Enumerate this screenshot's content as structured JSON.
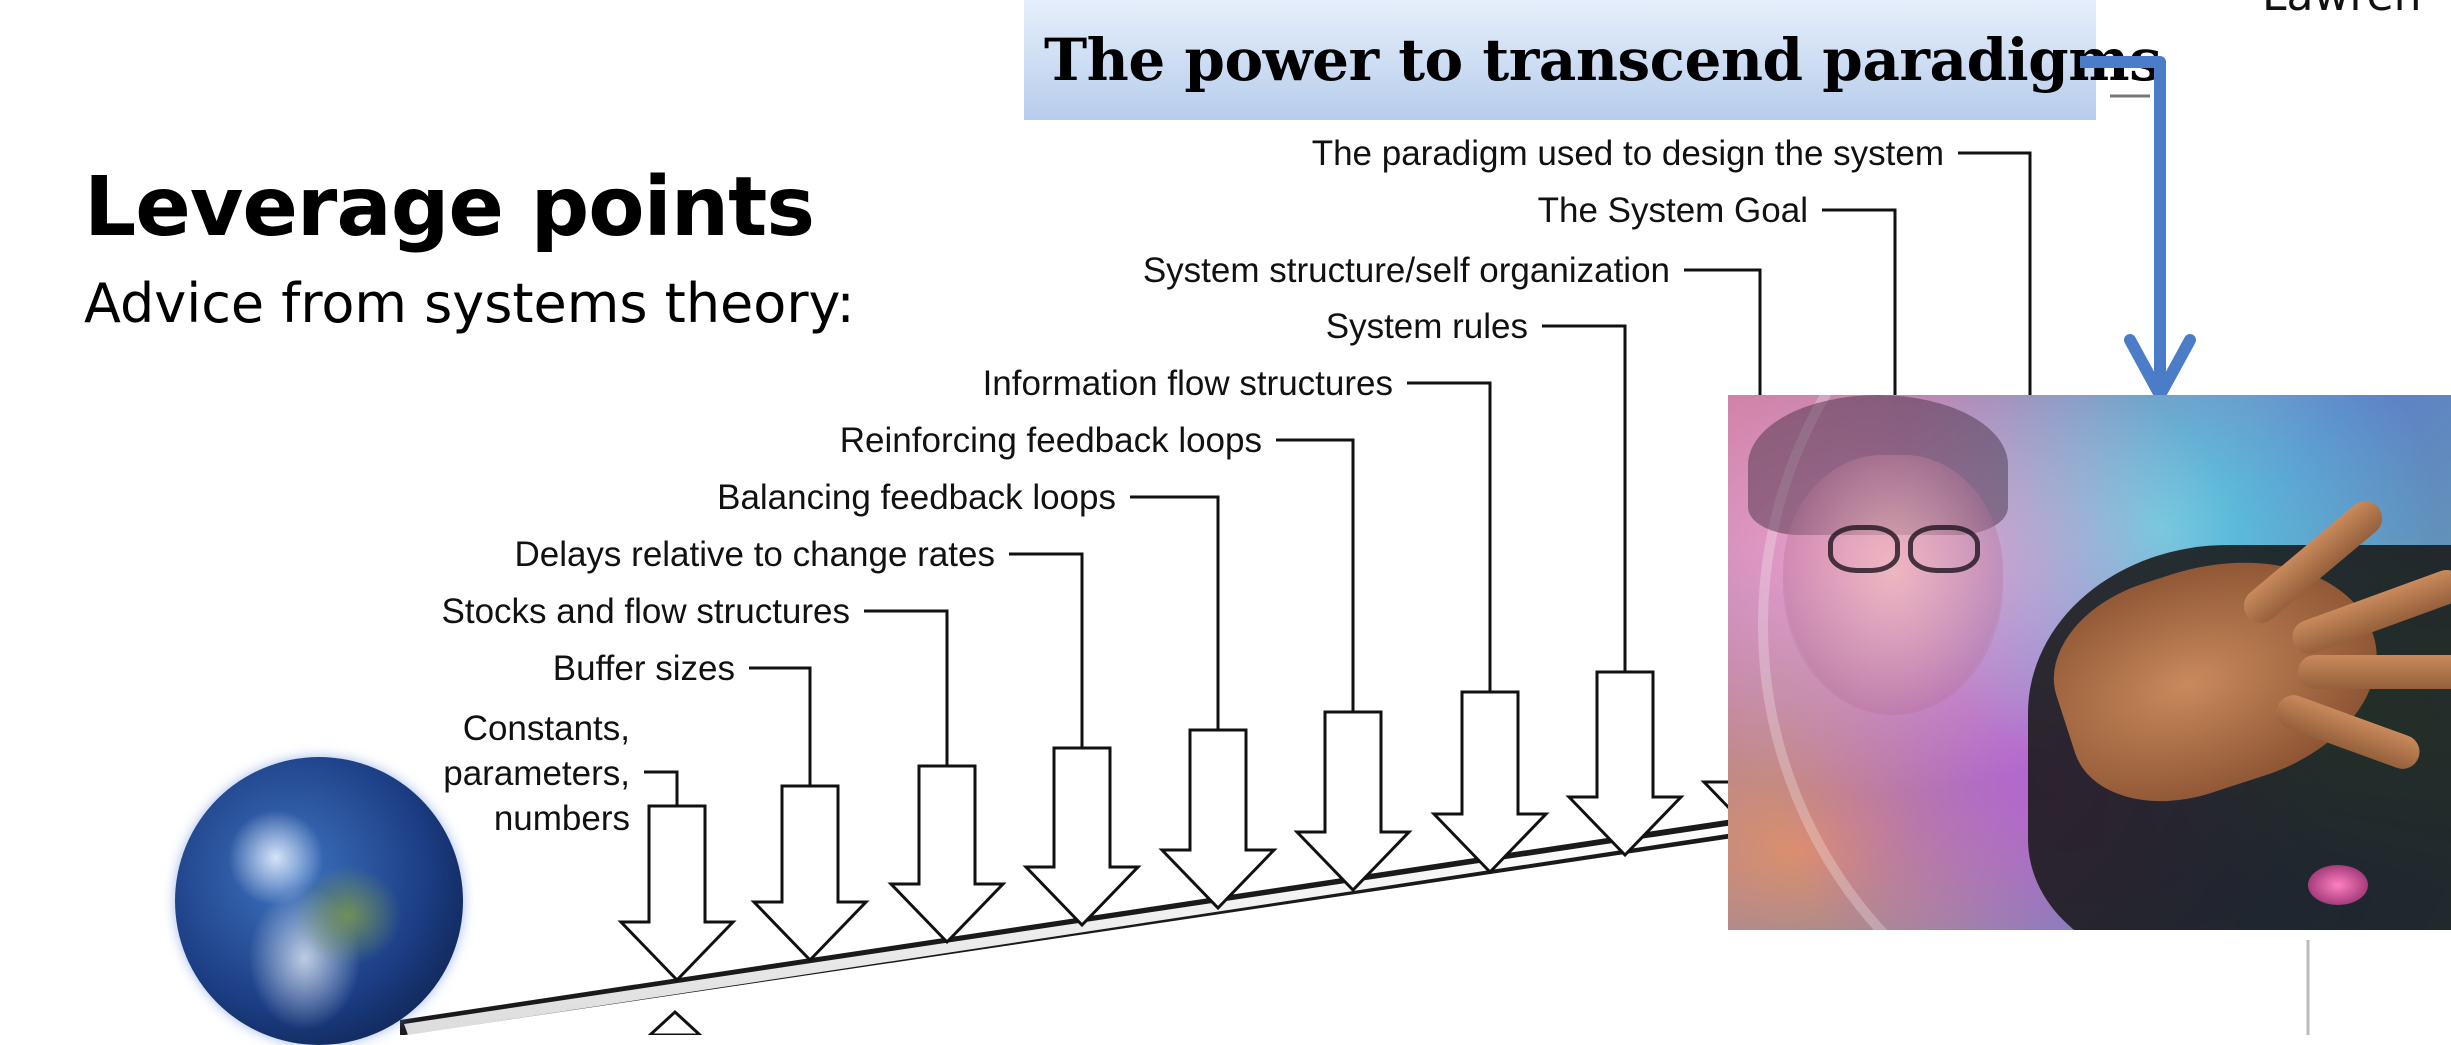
{
  "corner_text": "Lawren",
  "title": "Leverage points",
  "subtitle": "Advice from systems theory:",
  "banner": {
    "text": "The power to transcend paradigms",
    "color": "#4a7cc7"
  },
  "leverage_points": [
    {
      "label": "Constants, parameters, numbers",
      "lines": [
        "Constants,",
        "parameters,",
        "numbers"
      ]
    },
    {
      "label": "Buffer sizes"
    },
    {
      "label": "Stocks and flow structures"
    },
    {
      "label": "Delays relative to change rates"
    },
    {
      "label": "Balancing feedback loops"
    },
    {
      "label": "Reinforcing feedback loops"
    },
    {
      "label": "Information flow structures"
    },
    {
      "label": "System rules"
    },
    {
      "label": "System structure/self organization"
    },
    {
      "label": "The System Goal"
    },
    {
      "label": "The paradigm used to design the system"
    }
  ],
  "images": {
    "earth": "earth-globe",
    "photo": "person-with-soap-bubble-photo"
  }
}
